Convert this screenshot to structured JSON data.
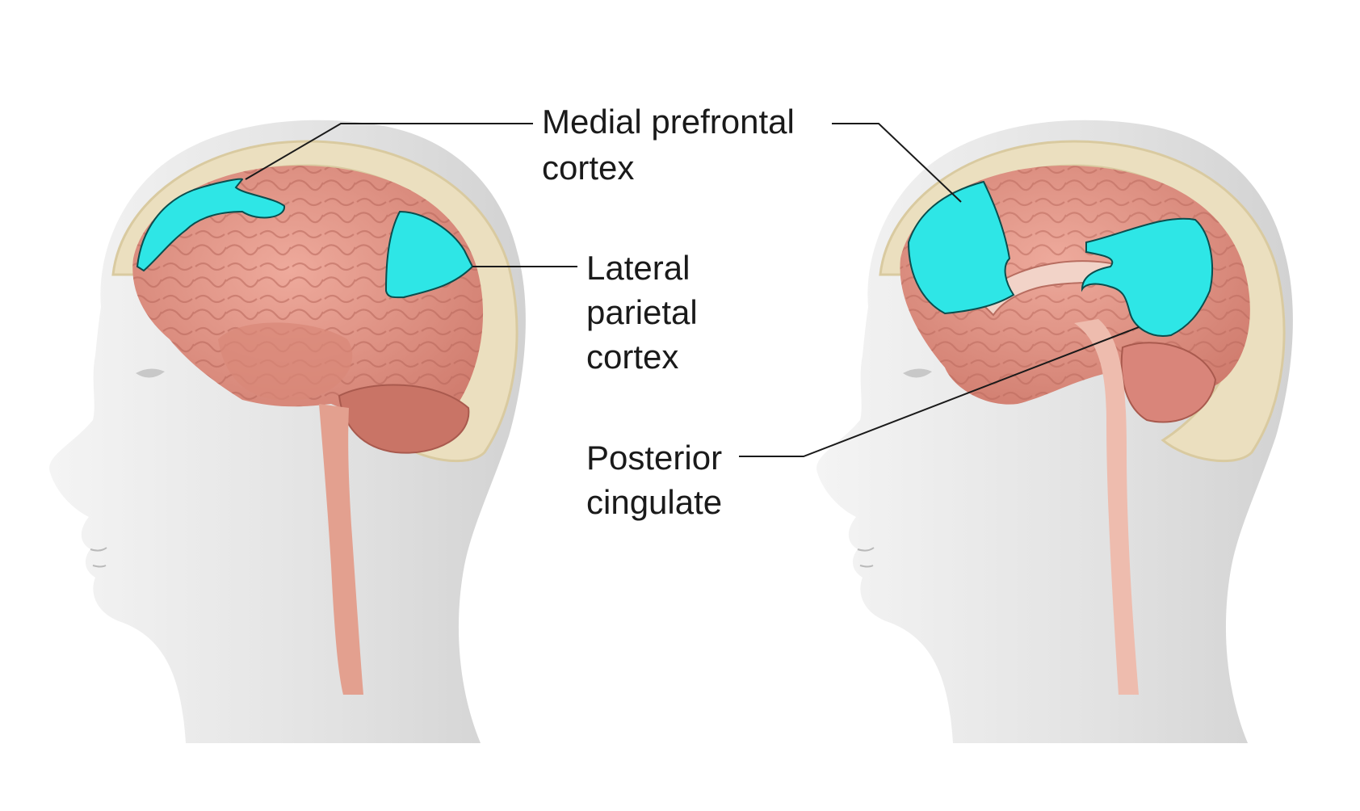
{
  "labels": {
    "medial_prefrontal": {
      "line1": "Medial prefrontal",
      "line2": "cortex"
    },
    "lateral_parietal": {
      "line1": "Lateral",
      "line2": "parietal",
      "line3": "cortex"
    },
    "posterior_cingulate": {
      "line1": "Posterior",
      "line2": "cingulate"
    }
  },
  "colors": {
    "highlight": "#2ee6e6",
    "brain": "#e59a8c",
    "brain_dark": "#c96f62",
    "skull": "#ece2c4",
    "head": "#e6e6e6",
    "text": "#1a1a1a"
  }
}
